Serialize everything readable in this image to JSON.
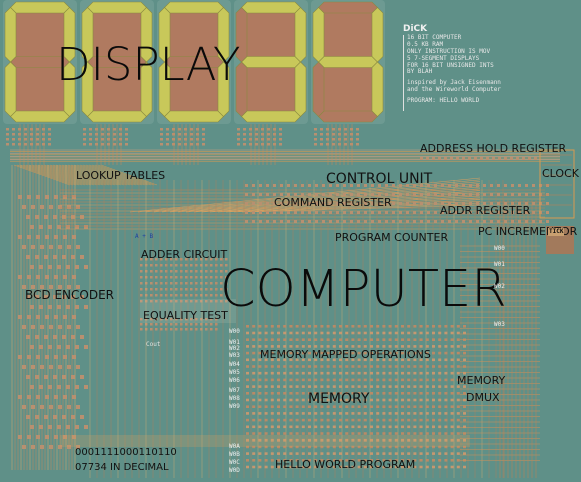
{
  "titles": {
    "display": "DISPLAY",
    "computer": "COMPUTER"
  },
  "info": {
    "name": "DiCK",
    "lines": [
      "16 BIT COMPUTER",
      "0.5 KB RAM",
      "ONLY INSTRUCTION IS MOV",
      "5 7-SEGMENT DISPLAYS",
      "FOR 16 BIT UNSIGNED INTS",
      "BY BLAH",
      "inspired by Jack Eisenmann",
      "and the Wireworld Computer",
      "PROGRAM: HELLO WORLD"
    ]
  },
  "labels": {
    "lookup_tables": "LOOKUP TABLES",
    "address_hold_register": "ADDRESS HOLD REGISTER",
    "control_unit": "CONTROL UNIT",
    "clock": "CLOCK",
    "command_register": "COMMAND REGISTER",
    "addr_register": "ADDR REGISTER",
    "program_counter": "PROGRAM COUNTER",
    "pc_incrementor": "PC INCREMENTOR",
    "tick": "TICK",
    "adder_circuit": "ADDER CIRCUIT",
    "bcd_encoder": "BCD ENCODER",
    "equality_test": "EQUALITY TEST",
    "memory_mapped_operations": "MEMORY MAPPED OPERATIONS",
    "memory": "MEMORY",
    "memory_dmux_1": "MEMORY",
    "memory_dmux_2": "DMUX",
    "hello_world_program": "HELLO WORLD PROGRAM",
    "binary_value": "0001111000110110",
    "decimal_value": "07734 IN DECIMAL",
    "a_plus_b": "A + B",
    "c_out": "Cout"
  },
  "word_tags": {
    "left": [
      "W00",
      "W01",
      "W02",
      "W03",
      "W04",
      "W05",
      "W06",
      "W07",
      "W08",
      "W09",
      "W0A",
      "W0B",
      "W0C",
      "W0D"
    ],
    "right": [
      "W00",
      "W01",
      "W02",
      "W03"
    ]
  },
  "display_digits": [
    "0",
    "0",
    "0",
    "3",
    "4"
  ],
  "colors": {
    "background": "#5f9088",
    "segment_on": "#c8c85a",
    "segment_off": "#b07a60",
    "wire_orange": "#d89a50",
    "wire_copper": "#c98a5a",
    "cell": "#b89070"
  }
}
